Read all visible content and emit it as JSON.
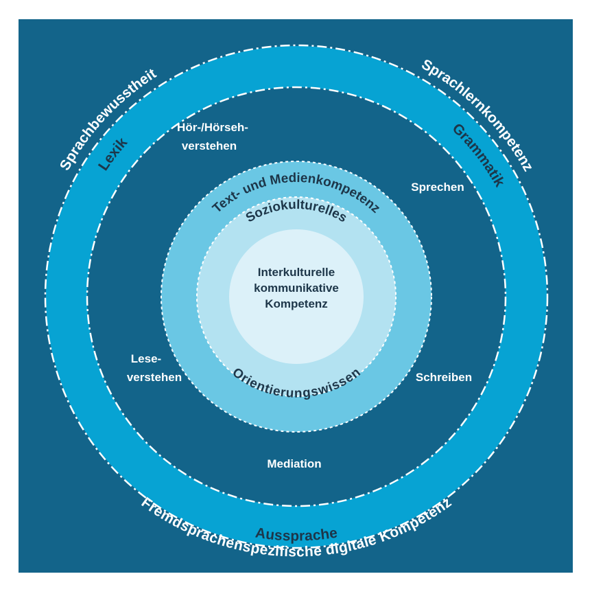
{
  "colors": {
    "background": "#13648a",
    "outer_ring": "#07a3d3",
    "middle_disc": "#6ac7e4",
    "inner_disc": "#b3e2f1",
    "center_disc": "#dcf1f9",
    "dark_text": "#1d3649",
    "light_text": "#ffffff"
  },
  "outer": {
    "top_left": "Sprachbewusstheit",
    "top_right": "Sprachlernkompetenz",
    "bottom": "Fremdsprachenspezifische digitale Kompetenz"
  },
  "ring": {
    "left": "Lexik",
    "right": "Grammatik",
    "bottom": "Aussprache"
  },
  "skills": {
    "hoer_line1": "Hör-/Hörseh-",
    "hoer_line2": "verstehen",
    "sprechen": "Sprechen",
    "lese_line1": "Lese-",
    "lese_line2": "verstehen",
    "schreiben": "Schreiben",
    "mediation": "Mediation"
  },
  "middle": {
    "top": "Text- und Medienkompetenz"
  },
  "inner": {
    "top": "Soziokulturelles",
    "bottom": "Orientierungswissen"
  },
  "center": {
    "line1": "Interkulturelle",
    "line2": "kommunikative",
    "line3": "Kompetenz"
  }
}
